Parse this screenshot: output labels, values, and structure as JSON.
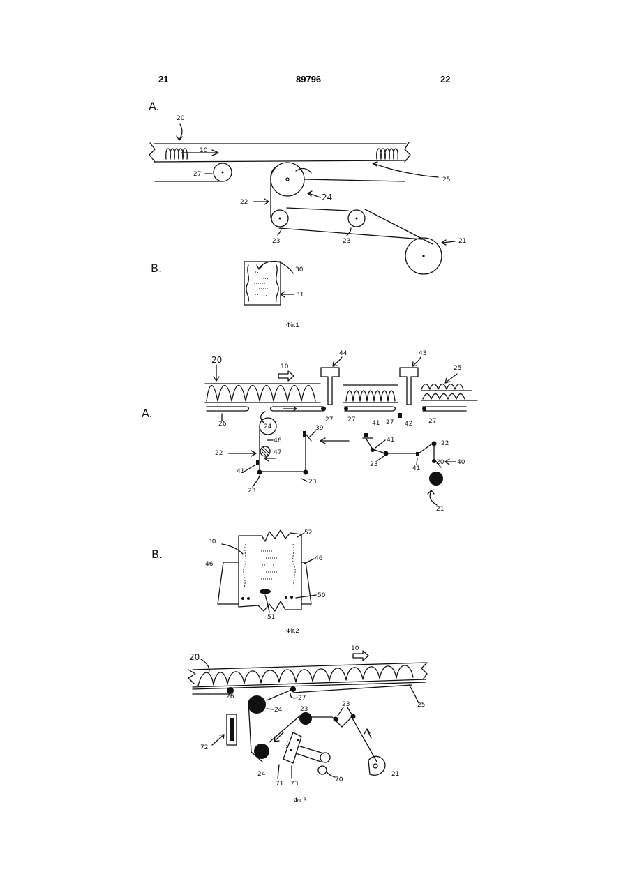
{
  "header": {
    "page_left": "21",
    "patent_number": "89796",
    "page_right": "22"
  },
  "fig1": {
    "caption": "Фіг.1",
    "part_a": "A.",
    "part_b": "B.",
    "labels": {
      "l20": "20",
      "l10": "10",
      "l27": "27",
      "l24": "24",
      "l25": "25",
      "l22": "22",
      "l23a": "23",
      "l23b": "23",
      "l21": "21",
      "l30": "30",
      "l31": "31"
    }
  },
  "fig2": {
    "caption": "Фіг.2",
    "part_a": "A.",
    "part_b": "B.",
    "labels": {
      "l20": "20",
      "l10": "10",
      "l44": "44",
      "l43": "43",
      "l25": "25",
      "l26": "26",
      "l27a": "27",
      "l27b": "27",
      "l27c": "27",
      "l27d": "27",
      "l42": "42",
      "l41a": "41",
      "l41b": "41",
      "l41c": "41",
      "l41d": "41",
      "l24": "24",
      "l46": "46",
      "l47": "47",
      "l39": "39",
      "l22a": "22",
      "l22b": "22",
      "l23a": "23",
      "l23b": "23",
      "l23c": "23",
      "l40": "40",
      "l21": "21",
      "l20b": "20",
      "l30": "30",
      "l52": "52",
      "l46a": "46",
      "l46b": "46",
      "l50": "50",
      "l51": "51"
    }
  },
  "fig3": {
    "caption": "Фіг.3",
    "labels": {
      "l20": "20",
      "l10": "10",
      "l26": "26",
      "l27": "27",
      "l25": "25",
      "l24a": "24",
      "l24b": "24",
      "l23a": "23",
      "l23b": "23",
      "l72": "72",
      "l71": "71",
      "l73": "73",
      "l70": "70",
      "l21": "21"
    }
  }
}
